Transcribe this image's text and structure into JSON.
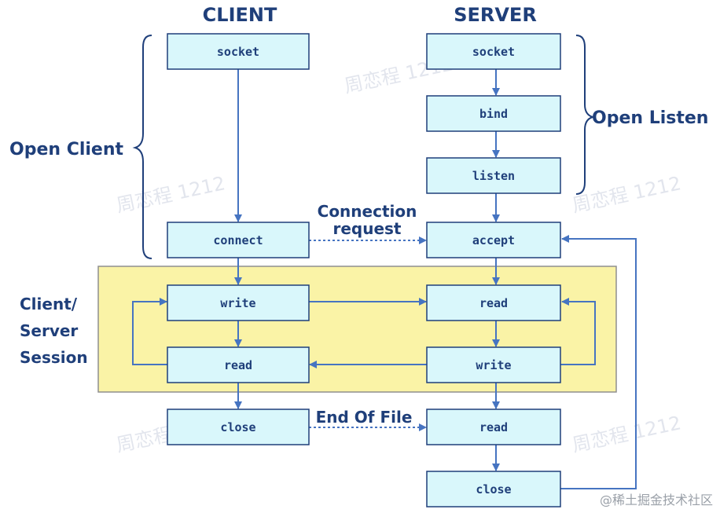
{
  "headings": {
    "client": "CLIENT",
    "server": "SERVER"
  },
  "client_nodes": {
    "socket": "socket",
    "connect": "connect",
    "write": "write",
    "read": "read",
    "close": "close"
  },
  "server_nodes": {
    "socket": "socket",
    "bind": "bind",
    "listen": "listen",
    "accept": "accept",
    "read": "read",
    "write": "write",
    "read_eof": "read",
    "close": "close"
  },
  "side_labels": {
    "open_client": "Open Client",
    "open_listen": "Open Listen",
    "session_line1": "Client/",
    "session_line2": "Server",
    "session_line3": "Session"
  },
  "edge_labels": {
    "connection_line1": "Connection",
    "connection_line2": "request",
    "eof": "End Of File"
  },
  "watermark": {
    "text": "周恋程 1212",
    "corner": "@稀土掘金技术社区"
  },
  "colors": {
    "box_fill": "#d9f7fb",
    "box_stroke": "#1f3f7a",
    "arrow": "#4674c1",
    "session_fill": "#faf3a6",
    "session_stroke": "#8f8f8f",
    "text": "#1f3f7a"
  }
}
